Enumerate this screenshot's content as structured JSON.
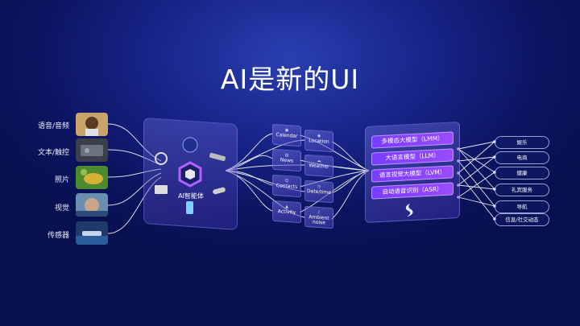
{
  "title": "AI是新的UI",
  "inputs": [
    "语音/音频",
    "文本/触控",
    "照片",
    "视觉",
    "传感器"
  ],
  "agent": {
    "label": "AI智能体"
  },
  "context_cards": [
    {
      "label": "Calendar"
    },
    {
      "label": "Location"
    },
    {
      "label": "News"
    },
    {
      "label": "Weather"
    },
    {
      "label": "Contacts"
    },
    {
      "label": "Date/time"
    },
    {
      "label": "Activity"
    },
    {
      "label": "Ambient noise"
    }
  ],
  "models": [
    "多模态大模型（LMM）",
    "大语言模型（LLM）",
    "语言视觉大模型（LVM）",
    "自动语音识别（ASR）"
  ],
  "outputs": [
    "娱乐",
    "电商",
    "健康",
    "礼宾服务",
    "导航",
    "信息/社交动态"
  ],
  "colors": {
    "background": "#0c1460",
    "accent": "#8a45ff",
    "line": "#ffffff"
  }
}
